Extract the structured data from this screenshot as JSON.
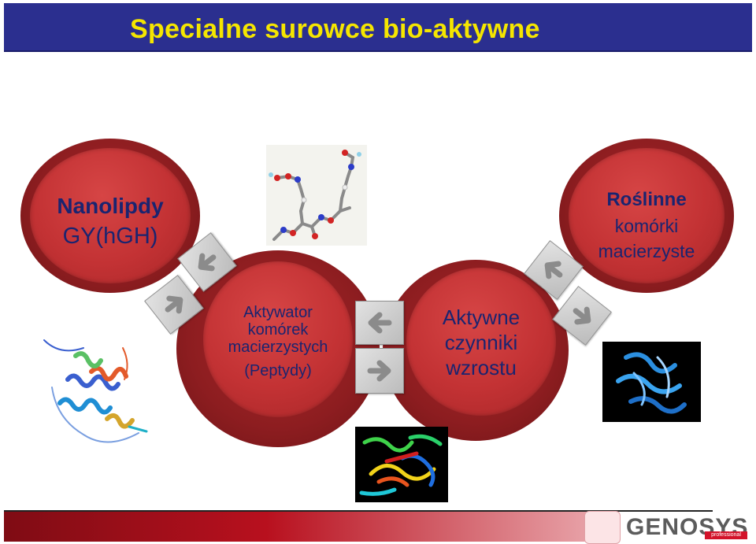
{
  "title": "Specialne surowce bio-aktywne",
  "nodes": {
    "nanolipidy": {
      "line1": "Nanolipdy",
      "line2": "GY(hGH)"
    },
    "aktywator": {
      "line1": "Aktywator",
      "line2": "komórek",
      "line3": "macierzystych",
      "line4": "(Peptydy)"
    },
    "czynniki": {
      "line1": "Aktywne",
      "line2": "czynniki",
      "line3": "wzrostu"
    },
    "roslinne": {
      "line1": "Roślinne",
      "line2": "komórki",
      "line3": "macierzyste"
    }
  },
  "logo": {
    "text": "GENOSYS",
    "sub": "professional"
  },
  "colors": {
    "title_bg": "#2b2f8f",
    "title_text": "#f5e600",
    "circle": "#c33234",
    "circle_outer": "#8d1d20"
  },
  "icons": [
    "arrow-left-icon",
    "arrow-right-icon",
    "molecule-image",
    "protein-image"
  ]
}
